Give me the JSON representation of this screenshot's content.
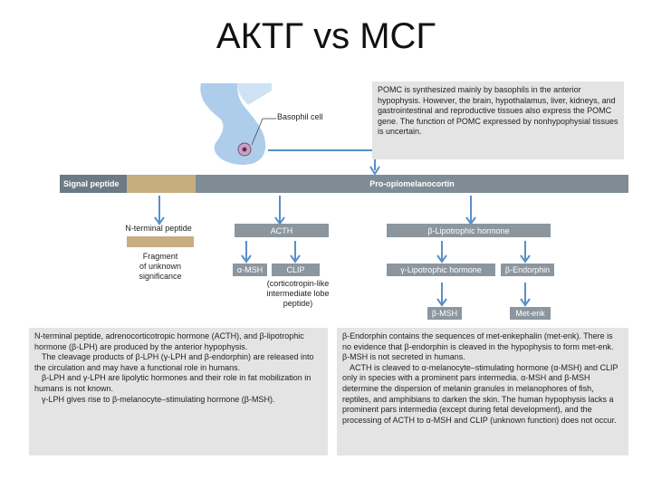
{
  "title": "АКТГ vs МСГ",
  "colors": {
    "arrow": "#5a8fc7",
    "bar_gray": "#7f8c95",
    "bar_signal": "#6b7a84",
    "peptide_tan": "#c7ad7f",
    "box_bg": "#e4e4e4",
    "chip": "#8b969f",
    "gland_blue": "#9fc4e6"
  },
  "diagram": {
    "basophil_label": "Basophil cell",
    "signal_peptide": "Signal peptide",
    "precursor": "Pro-opiomelanocortin",
    "n_terminal": "N-terminal peptide",
    "acth": "ACTH",
    "beta_lph": "β-Lipotrophic hormone",
    "fragment_lines": [
      "Fragment",
      "of unknown",
      "significance"
    ],
    "alpha_msh": "α-MSH",
    "clip": "CLIP",
    "clip_note_lines": [
      "(corticotropin-like",
      "intermediate lobe",
      "peptide)"
    ],
    "gamma_lph": "γ-Lipotrophic hormone",
    "beta_endorphin": "β-Endorphin",
    "beta_msh": "β-MSH",
    "met_enk": "Met-enk"
  },
  "boxes": {
    "top_right": [
      "POMC is synthesized mainly by basophils in the anterior hypophysis. However, the brain, hypothalamus, liver, kidneys, and gastrointestinal and reproductive tissues also express the POMC gene. The function of POMC expressed by nonhypophysial tissues is uncertain."
    ],
    "bottom_left": [
      "N-terminal peptide, adrenocorticotropic hormone (ACTH), and β-lipotrophic hormone (β-LPH) are produced by the anterior hypophysis.",
      "The cleavage products of β-LPH (γ-LPH and β-endorphin) are released into the circulation and may have a functional role in humans.",
      "β-LPH and γ-LPH are lipolytic hormones and their role in fat mobilization in humans is not known.",
      "γ-LPH gives rise to β-melanocyte–stimulating hormone (β-MSH)."
    ],
    "bottom_right": [
      "β-Endorphin contains the sequences of met-enkephalin (met-enk). There is no evidence that β-endorphin is cleaved in the hypophysis to form met-enk. β-MSH is not secreted in humans.",
      "ACTH is cleaved to α-melanocyte–stimulating hormone (α-MSH) and CLIP only in species with a prominent pars intermedia. α-MSH and β-MSH determine the dispersion of melanin granules in melanophores of fish, reptiles, and amphibians to darken the skin. The human hypophysis lacks a prominent pars intermedia (except during fetal development), and the processing of ACTH to α-MSH and CLIP (unknown function) does not occur."
    ]
  }
}
